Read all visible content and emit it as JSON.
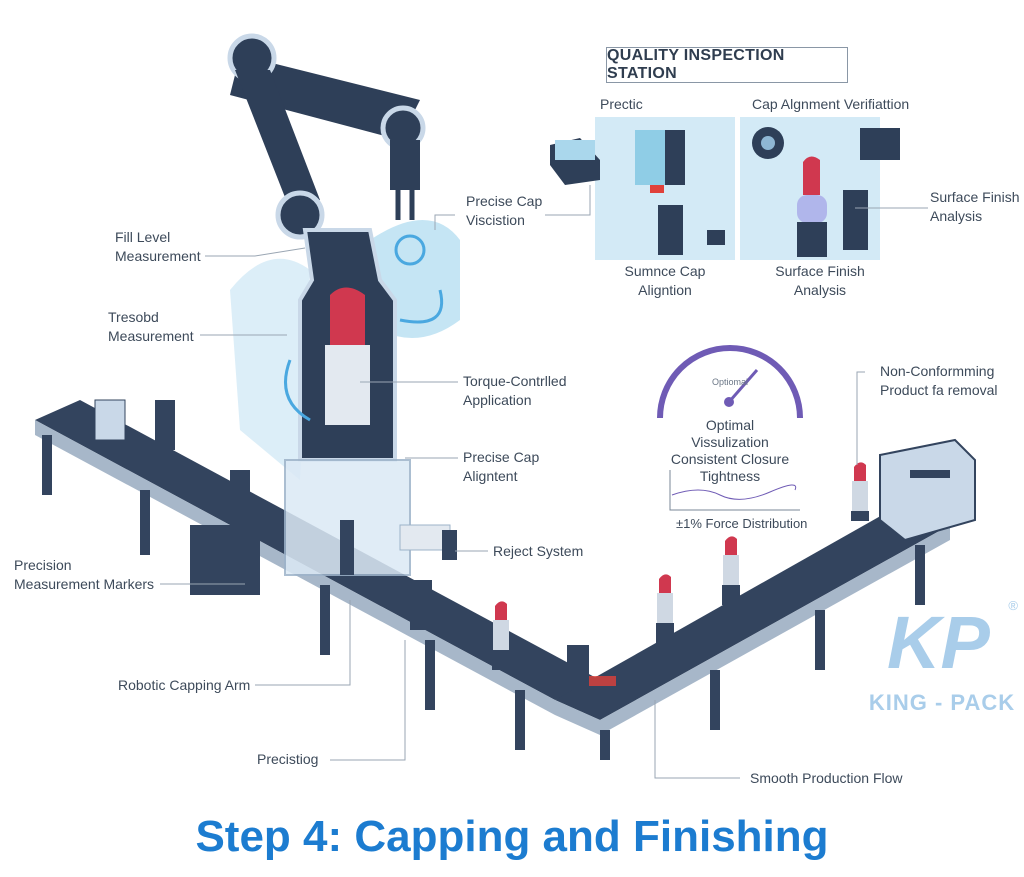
{
  "title": "Step 4: Capping and Finishing",
  "station": {
    "title": "QUALITY INSPECTION STATION",
    "panel_left_top": "Prectic",
    "panel_left_bottom": "Sumnce Cap\nAligntion",
    "panel_right_top": "Cap Algnment Verifiattion",
    "panel_right_bottom": "Surface Finish\nAnalysis",
    "side_label": "Surface Finish\nAnalysis"
  },
  "labels": {
    "precise_cap_viscistion": "Precise Cap\nViscistion",
    "fill_level": "Fill Level\nMeasurement",
    "tresobd": "Tresobd\nMeasurement",
    "torque": "Torque-Contrlled\nApplication",
    "precise_cap_alignment": "Precise Cap\nAligntent",
    "reject_system": "Reject System",
    "precision_markers": "Precision\nMeasurement Markers",
    "robotic_arm": "Robotic Capping Arm",
    "precistiog": "Precistiog",
    "smooth_flow": "Smooth Production Flow",
    "non_conforming": "Non-Conformming\nProduct fa removal"
  },
  "gauge": {
    "dial_label": "Optiomal",
    "caption": "Optimal\nVissulization\nConsistent Closure\nTightness",
    "force": "±1% Force Distribution",
    "color": "#6f5bb5"
  },
  "logo": {
    "text": "KING - PACK",
    "mark": "KP",
    "registered": "®"
  },
  "colors": {
    "title": "#1c7cd0",
    "machine": "#2e3f58",
    "accent_blue": "#4aa8e0",
    "lipstick": "#d0384f",
    "logo": "#a9cdea"
  }
}
